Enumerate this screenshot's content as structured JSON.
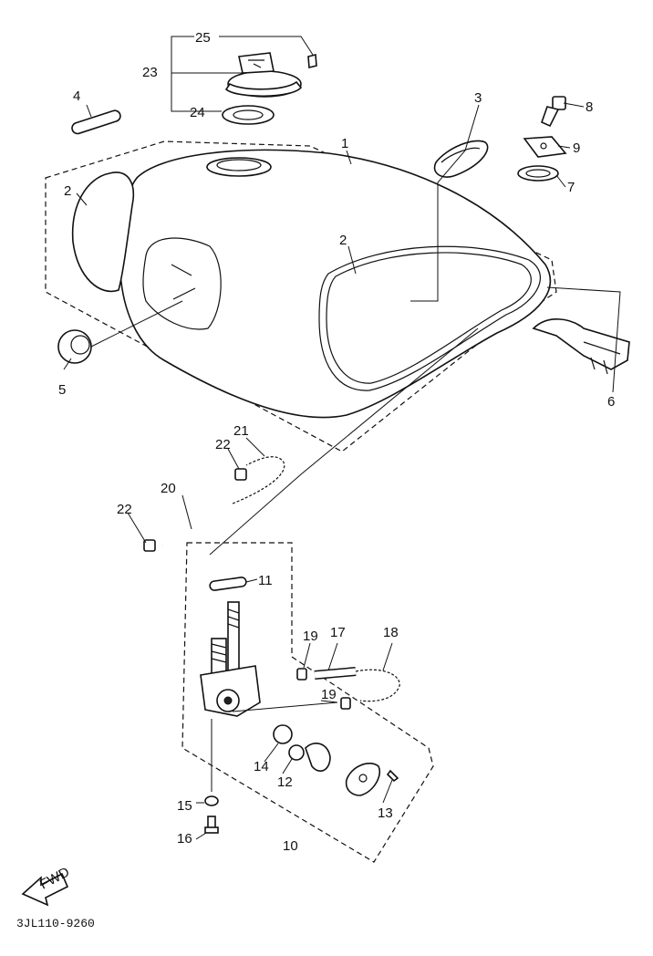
{
  "part_labels": {
    "p1": "1",
    "p2a": "2",
    "p2b": "2",
    "p3": "3",
    "p4": "4",
    "p5": "5",
    "p6": "6",
    "p7": "7",
    "p8": "8",
    "p9": "9",
    "p10": "10",
    "p11": "11",
    "p12": "12",
    "p13": "13",
    "p14": "14",
    "p15": "15",
    "p16": "16",
    "p17": "17",
    "p18": "18",
    "p19a": "19",
    "p19b": "19",
    "p20": "20",
    "p21": "21",
    "p22a": "22",
    "p22b": "22",
    "p23": "23",
    "p24": "24",
    "p25": "25"
  },
  "fwd_label": "FWD",
  "drawing_code": "3JL110-9260"
}
